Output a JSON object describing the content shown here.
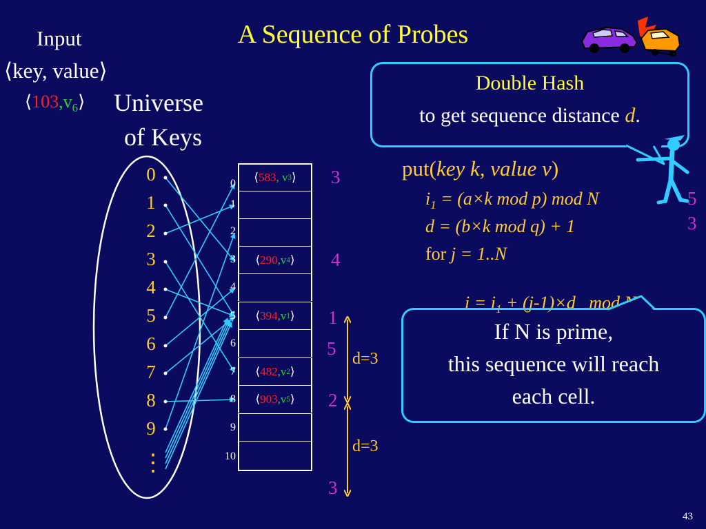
{
  "title": "A Sequence of Probes",
  "input": {
    "line1": "Input",
    "line2": "⟨key, value⟩",
    "pair_open": "⟨",
    "pair_key": "103",
    "pair_comma": ",v",
    "pair_sub": "6",
    "pair_close": "⟩"
  },
  "universe": {
    "line1": "Universe",
    "line2": "of Keys"
  },
  "keys": [
    "0",
    "1",
    "2",
    "3",
    "4",
    "5",
    "6",
    "7",
    "8",
    "9"
  ],
  "keys_ellipsis": "⋮",
  "table": {
    "indices": [
      "0",
      "1",
      "2",
      "3",
      "4",
      "5",
      "6",
      "7",
      "8",
      "9",
      "10"
    ],
    "cells": [
      {
        "key": "583",
        "sep": ", v",
        "sub": "3"
      },
      null,
      null,
      {
        "key": "290",
        "sep": ",v",
        "sub": "4"
      },
      null,
      {
        "key": "394",
        "sep": ",v",
        "sub": "1"
      },
      null,
      {
        "key": "482",
        "sep": ",v",
        "sub": "2"
      },
      {
        "key": "903",
        "sep": ",v",
        "sub": "5"
      },
      null,
      null
    ],
    "open": "⟨",
    "close": "⟩"
  },
  "side_numbers": {
    "n0": "3",
    "n3": "4",
    "n5a": "1",
    "n5b": "5",
    "n8": "2",
    "n10": "3"
  },
  "distances": {
    "d1": "d=3",
    "d2": "d=3"
  },
  "callout1": {
    "line1": "Double Hash",
    "line2_prefix": "to get sequence distance ",
    "line2_var": "d",
    "line2_suffix": "."
  },
  "code": {
    "put": "put(",
    "put_args": "key k, value v",
    "put_close": ")",
    "line1_i": "i",
    "line1_sub": "1",
    "line1_rest": " = (a×k mod p) mod N",
    "line2": "d = (b×k mod q) + 1",
    "line3_for": "for ",
    "line3_rest": "j = 1..N",
    "line4_a": "i = i",
    "line4_sub": "1",
    "line4_b": " + (j-1)×d   mod N"
  },
  "figure_numbers": {
    "a": "5",
    "b": "3"
  },
  "callout2": {
    "line1": "If N is prime,",
    "line2": "this sequence will reach",
    "line3": "each cell."
  },
  "page_number": "43",
  "colors": {
    "background": "#0a0a5e",
    "title": "#ffff33",
    "keys": "#ffcc33",
    "accent_cyan": "#33ccff",
    "probe_numbers": "#cc33cc",
    "key_red": "#ff2020",
    "sub_green": "#33cc33"
  }
}
